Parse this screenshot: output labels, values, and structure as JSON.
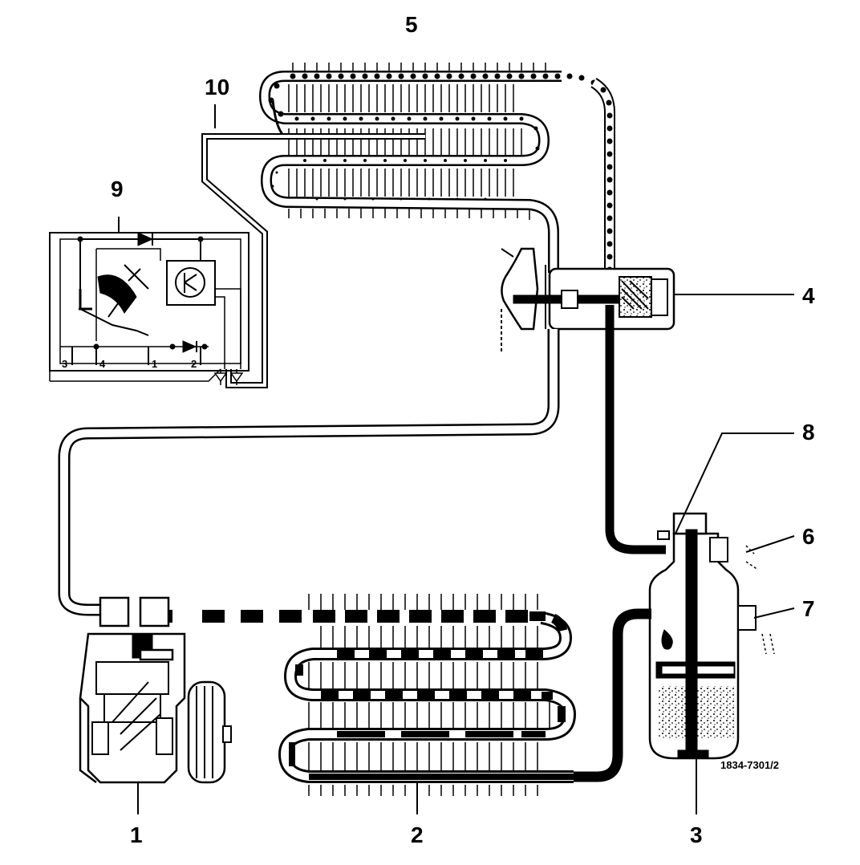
{
  "callouts": {
    "c1": "1",
    "c2": "2",
    "c3": "3",
    "c4": "4",
    "c5": "5",
    "c6": "6",
    "c7": "7",
    "c8": "8",
    "c9": "9",
    "c10": "10"
  },
  "reference_code": "1834-7301/2",
  "switch_terminals": [
    "3",
    "4",
    "1",
    "2"
  ],
  "colors": {
    "line": "#000000",
    "background": "#ffffff"
  }
}
